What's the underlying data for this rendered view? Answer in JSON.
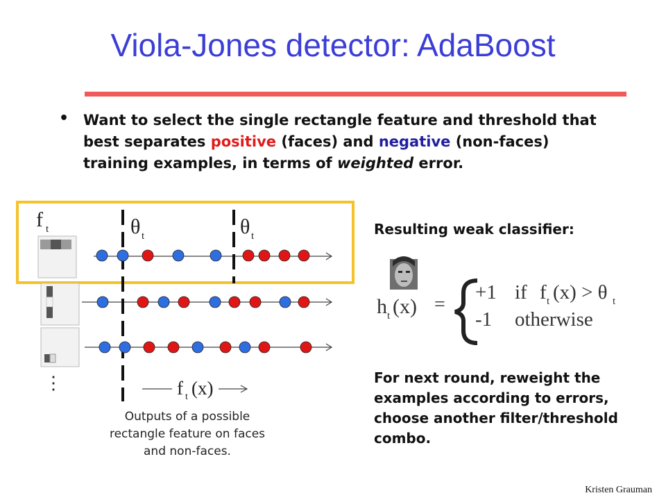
{
  "title": "Viola-Jones detector: AdaBoost",
  "bullet": {
    "marker": "•",
    "text_1": "Want to select the single rectangle feature and threshold that best separates ",
    "positive": "positive",
    "text_2": " (faces) and ",
    "negative": "negative",
    "text_3": " (non-faces) training examples, in terms of ",
    "weighted": "weighted",
    "text_4": " error."
  },
  "figure": {
    "feature_label": "f",
    "feature_sub": "t",
    "theta": "θ",
    "theta_sub": "t",
    "axis_label": "f",
    "axis_sub": "t",
    "axis_arg": "(x)",
    "ellipsis": "⋮",
    "caption": "Outputs of a possible rectangle feature on faces and non-faces."
  },
  "classifier": {
    "heading": "Resulting weak classifier:",
    "lhs": "h",
    "lhs_sub": "t",
    "lhs_arg": "(x)",
    "equals": "=",
    "case1_value": "+1",
    "case1_if": "if",
    "case1_f": "f",
    "case1_f_sub": "t",
    "case1_f_arg": "(x) > θ",
    "case1_theta_sub": "t",
    "case2_value": "-1",
    "case2_text": "otherwise"
  },
  "next_round": "For next round, reweight the examples according to errors, choose another filter/threshold combo.",
  "credit": "Kristen Grauman",
  "colors": {
    "title": "#3b3ed6",
    "rule": "#f05a5a",
    "positive": "#e01b1b",
    "negative": "#1f1fa0",
    "highlight": "#f5c22a",
    "dot_blue": "#2f6ee0",
    "dot_red": "#e01616"
  }
}
